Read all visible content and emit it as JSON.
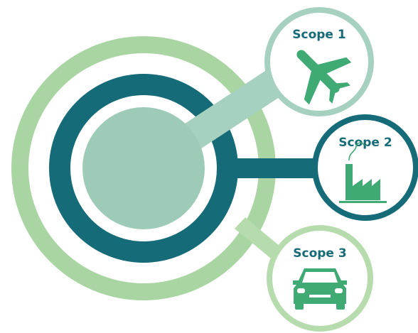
{
  "colors": {
    "outer_ring": "#a8d5a2",
    "middle_ring": "#156b77",
    "inner_core": "#9ecbb8",
    "connector_scope1": "#a6d0bf",
    "connector_scope2": "#156b77",
    "connector_scope3": "#b6dcae",
    "node_border_scope1": "#a6d0bf",
    "node_border_scope2": "#156b77",
    "node_border_scope3": "#b6dcae",
    "node_fill": "#ffffff",
    "label": "#156b77",
    "icon": "#3faa74"
  },
  "nodes": [
    {
      "id": "scope1",
      "label": "Scope 1",
      "icon": "airplane-icon"
    },
    {
      "id": "scope2",
      "label": "Scope 2",
      "icon": "factory-icon"
    },
    {
      "id": "scope3",
      "label": "Scope 3",
      "icon": "car-icon"
    }
  ]
}
